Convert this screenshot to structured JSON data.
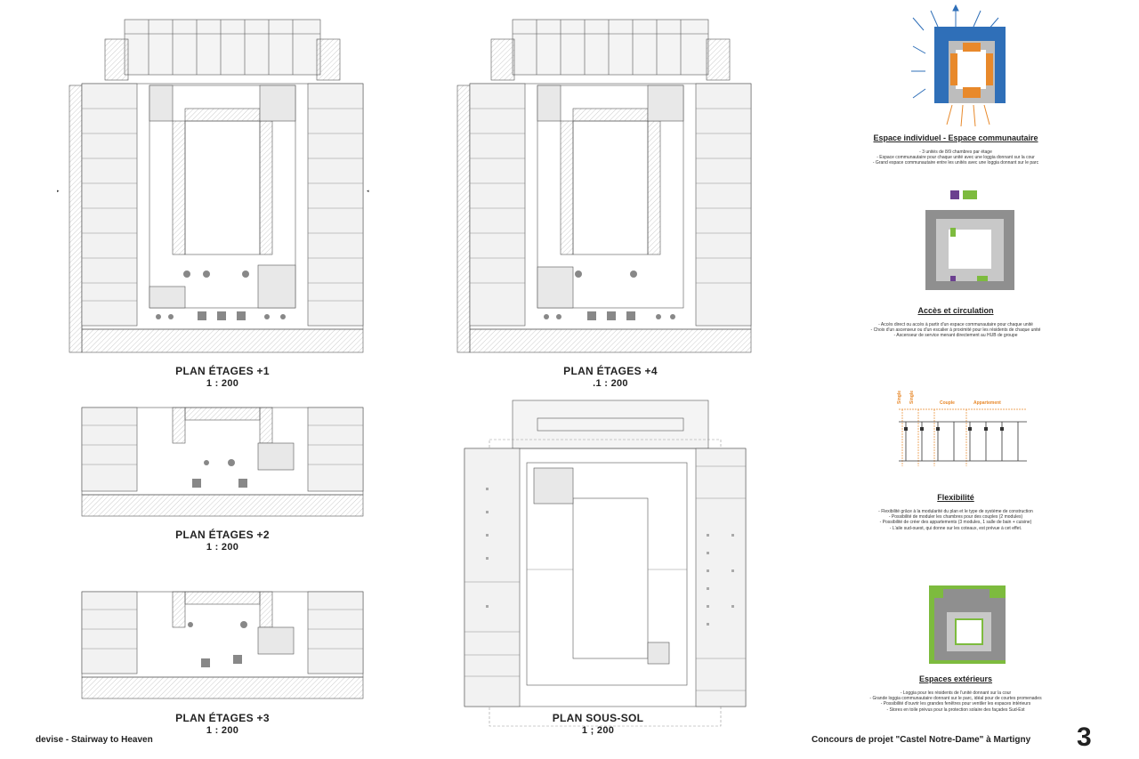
{
  "plans": {
    "p1": {
      "title": "PLAN ÉTAGES +1",
      "scale": "1 : 200"
    },
    "p4": {
      "title": "PLAN ÉTAGES +4",
      "scale": ".1 : 200"
    },
    "p2": {
      "title": "PLAN ÉTAGES +2",
      "scale": "1 : 200"
    },
    "p3": {
      "title": "PLAN ÉTAGES +3",
      "scale": "1 : 200"
    },
    "ss": {
      "title": "PLAN SOUS-SOL",
      "scale": "1 ; 200"
    }
  },
  "side": {
    "s1": {
      "heading": "Espace individuel - Espace communautaire",
      "items": [
        "- 3 unités de 8/9 chambres par étage",
        "- Espace communautaire pour chaque unité avec une loggia donnant sur la cour",
        "- Grand espace communautaire entre les unités avec une loggia donnant sur le parc"
      ]
    },
    "s2": {
      "heading": "Accès et circulation",
      "items": [
        "- Accès direct ou accès à partir d'un espace communautaire pour chaque unité",
        "- Choix d'un ascenseur ou d'un escalier à proximité pour les résidents de chaque unité",
        "- Ascenseur de service menant directement au HUB de groupe"
      ]
    },
    "s3": {
      "heading": "Flexibilité",
      "labels": {
        "single1": "Single",
        "single2": "Single",
        "couple": "Couple",
        "appartement": "Appartement"
      },
      "items": [
        "- Flexibilité grâce à la modularité du plan et le type de système de construction",
        "- Possibilité de moduler les chambres pour des couples (2 modules)",
        "- Possibilité de créer des appartements (3 modules, 1 salle de bain + cuisine)",
        "- L'aile sud-ouest, qui donne sur les coteaux, est prévue à cet effet."
      ]
    },
    "s4": {
      "heading": "Espaces extérieurs",
      "items": [
        "- Loggia pour les résidents de l'unité donnant sur la cour",
        "- Grande loggia communautaire donnant sur le parc, idéal pour de courtes promenades",
        "- Possibilité d'ouvrir les grandes fenêtres pour ventiler les espaces intérieurs",
        "- Stores en toile prévus pour la protection solaire des façades Sud-Est"
      ]
    }
  },
  "footer": {
    "left": "devise - Stairway to Heaven",
    "right": "Concours de projet \"Castel Notre-Dame\" à Martigny",
    "page": "3"
  },
  "colors": {
    "blue": "#2f6fb8",
    "orange": "#e8892b",
    "green": "#7dbb3e",
    "purple": "#6b3f8f",
    "gray": "#9a9a9a"
  }
}
